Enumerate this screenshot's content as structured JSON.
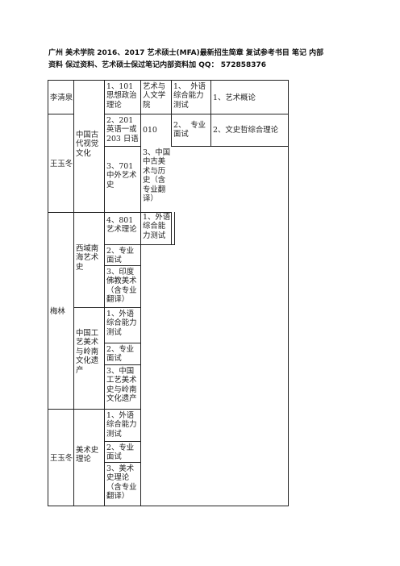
{
  "title_lines": [
    "广州 美术学院 2016、2017 艺术硕士(MFA)最新招生简章 复试参考书目 笔记 内部",
    "资料 保过资料、艺术硕士保过笔记内部资料加 QQ：  572858376"
  ],
  "teachers": [
    "李清泉",
    "王玉冬",
    "梅林",
    "王玉冬"
  ],
  "directions": [
    "中国古\n代视觉\n文化",
    "西域南\n海艺术\n史",
    "中国工\n艺美术\n与岭南\n文化遗\n产",
    "美术史\n理论"
  ],
  "col3": [
    "1、101\n思想政治\n理论",
    "2、201\n英语一或\n203 日语",
    "3、701\n中外艺术\n史",
    "4、801\n艺术理论"
  ],
  "col4": [
    "艺术与\n人文学\n院",
    "010",
    "3、中国\n中古美\n术与历\n史（含\n专业翻\n译）",
    "1、外语\n综合能\n力测试"
  ],
  "col5": [
    "1、  外语\n综合能力\n测试",
    "2、  专业\n面试"
  ],
  "col6": [
    "1、艺术概论",
    "2、文史哲综合理论"
  ],
  "xiyu_exams": [
    "2、专业\n面试",
    "3、印度\n佛教美术\n（含专业\n翻译）"
  ],
  "gongyi_exams": [
    "1、外语\n综合能力\n测试",
    "2、专业\n面试",
    "3、中国\n工艺美术\n史与岭南\n文化遗产"
  ],
  "meishushi_exams": [
    "1、外语\n综合能力\n测试",
    "2、专业\n面试",
    "3、美术\n史理论\n（含专业\n翻译）"
  ]
}
